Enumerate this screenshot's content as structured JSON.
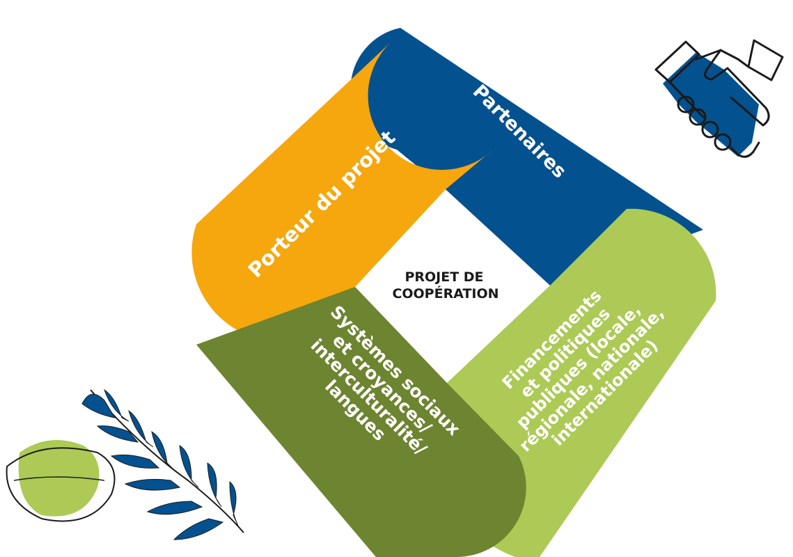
{
  "diagram": {
    "center_title_line1": "PROJET DE",
    "center_title_line2": "COOPÉRATION",
    "segments": {
      "porteur": {
        "label": "Porteur du projet",
        "color": "#F5A70D"
      },
      "partenaires": {
        "label": "Partenaires",
        "color": "#04518F"
      },
      "financements": {
        "lines": [
          "Financements",
          "et politiques",
          "publiques (locale,",
          "régionale, nationale,",
          "internationale)"
        ],
        "color": "#ACCA55"
      },
      "systemes": {
        "lines": [
          "Systèmes sociaux",
          "et croyances/",
          "interculturalité/",
          "langues"
        ],
        "color": "#6D8430"
      }
    }
  },
  "icons": {
    "handshake": "handshake-icon",
    "leaves": "leaves-decoration"
  },
  "colors": {
    "blue": "#04518F",
    "orange": "#F5A70D",
    "light_green": "#ACCA55",
    "olive_green": "#6D8430"
  }
}
